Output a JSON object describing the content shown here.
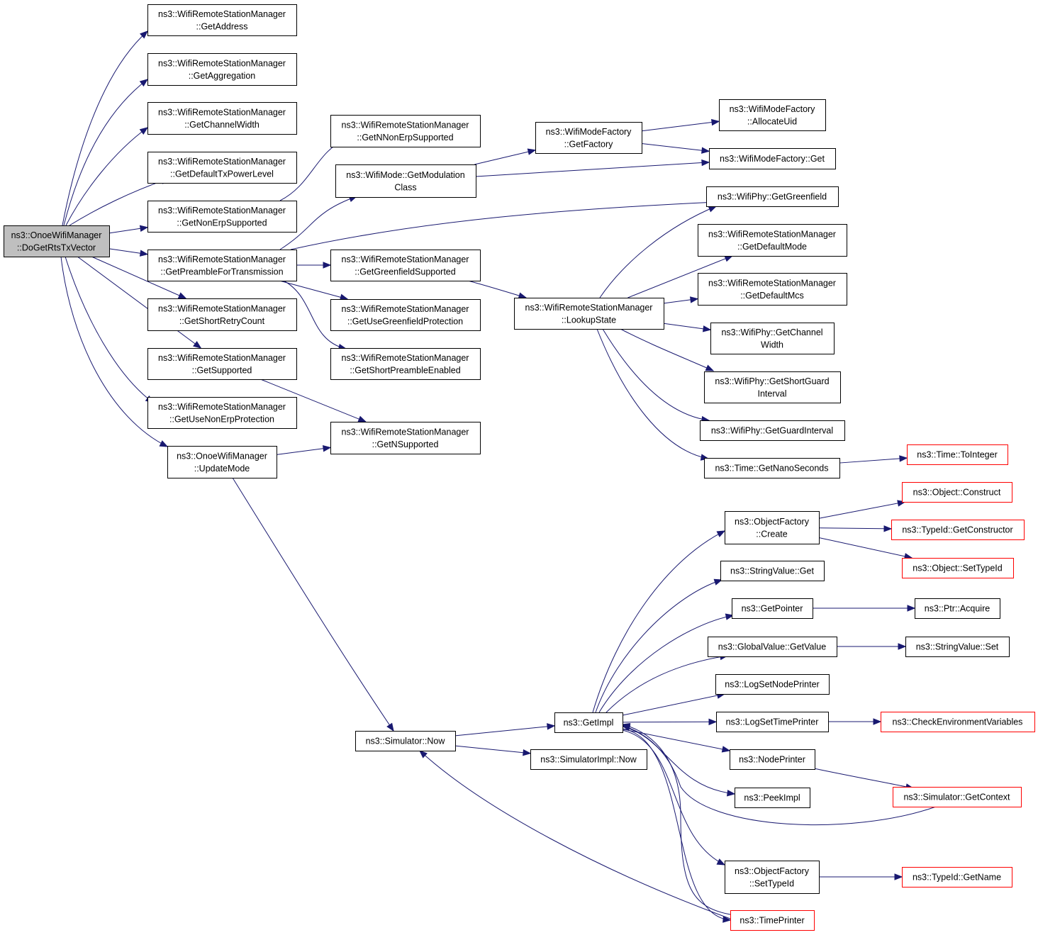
{
  "nodes": [
    {
      "id": "n_root",
      "lines": [
        "ns3::OnoeWifiManager",
        "::DoGetRtsTxVector"
      ],
      "style": "root"
    },
    {
      "id": "n_getaddress",
      "lines": [
        "ns3::WifiRemoteStationManager",
        "::GetAddress"
      ]
    },
    {
      "id": "n_getaggregation",
      "lines": [
        "ns3::WifiRemoteStationManager",
        "::GetAggregation"
      ]
    },
    {
      "id": "n_getchannelwidth",
      "lines": [
        "ns3::WifiRemoteStationManager",
        "::GetChannelWidth"
      ]
    },
    {
      "id": "n_getdefaulttxpowerlevel",
      "lines": [
        "ns3::WifiRemoteStationManager",
        "::GetDefaultTxPowerLevel"
      ]
    },
    {
      "id": "n_getnonerpsupported",
      "lines": [
        "ns3::WifiRemoteStationManager",
        "::GetNonErpSupported"
      ]
    },
    {
      "id": "n_getpreamble",
      "lines": [
        "ns3::WifiRemoteStationManager",
        "::GetPreambleForTransmission"
      ]
    },
    {
      "id": "n_getshortretrycount",
      "lines": [
        "ns3::WifiRemoteStationManager",
        "::GetShortRetryCount"
      ]
    },
    {
      "id": "n_getsupported",
      "lines": [
        "ns3::WifiRemoteStationManager",
        "::GetSupported"
      ]
    },
    {
      "id": "n_getusenonerpprotection",
      "lines": [
        "ns3::WifiRemoteStationManager",
        "::GetUseNonErpProtection"
      ]
    },
    {
      "id": "n_updatemode",
      "lines": [
        "ns3::OnoeWifiManager",
        "::UpdateMode"
      ]
    },
    {
      "id": "n_getnnonerpsupported",
      "lines": [
        "ns3::WifiRemoteStationManager",
        "::GetNNonErpSupported"
      ]
    },
    {
      "id": "n_getmodulationclass",
      "lines": [
        "ns3::WifiMode::GetModulation",
        "Class"
      ]
    },
    {
      "id": "n_getgreenfieldsupported",
      "lines": [
        "ns3::WifiRemoteStationManager",
        "::GetGreenfieldSupported"
      ]
    },
    {
      "id": "n_getusegreenfieldprotection",
      "lines": [
        "ns3::WifiRemoteStationManager",
        "::GetUseGreenfieldProtection"
      ]
    },
    {
      "id": "n_getshortpreambleenabled",
      "lines": [
        "ns3::WifiRemoteStationManager",
        "::GetShortPreambleEnabled"
      ]
    },
    {
      "id": "n_getnsupported",
      "lines": [
        "ns3::WifiRemoteStationManager",
        "::GetNSupported"
      ]
    },
    {
      "id": "n_getfactory",
      "lines": [
        "ns3::WifiModeFactory",
        "::GetFactory"
      ]
    },
    {
      "id": "n_lookupstate",
      "lines": [
        "ns3::WifiRemoteStationManager",
        "::LookupState"
      ]
    },
    {
      "id": "n_allocateuid",
      "lines": [
        "ns3::WifiModeFactory",
        "::AllocateUid"
      ]
    },
    {
      "id": "n_wmf_get",
      "lines": [
        "ns3::WifiModeFactory::Get"
      ]
    },
    {
      "id": "n_getgreenfield",
      "lines": [
        "ns3::WifiPhy::GetGreenfield"
      ]
    },
    {
      "id": "n_getdefaultmode",
      "lines": [
        "ns3::WifiRemoteStationManager",
        "::GetDefaultMode"
      ]
    },
    {
      "id": "n_getdefaultmcs",
      "lines": [
        "ns3::WifiRemoteStationManager",
        "::GetDefaultMcs"
      ]
    },
    {
      "id": "n_phy_getchannelwidth",
      "lines": [
        "ns3::WifiPhy::GetChannel",
        "Width"
      ]
    },
    {
      "id": "n_phy_getshortguard",
      "lines": [
        "ns3::WifiPhy::GetShortGuard",
        "Interval"
      ]
    },
    {
      "id": "n_phy_getguardinterval",
      "lines": [
        "ns3::WifiPhy::GetGuardInterval"
      ]
    },
    {
      "id": "n_getnanoseconds",
      "lines": [
        "ns3::Time::GetNanoSeconds"
      ]
    },
    {
      "id": "n_tointeger",
      "lines": [
        "ns3::Time::ToInteger"
      ],
      "style": "trunc"
    },
    {
      "id": "n_sim_now",
      "lines": [
        "ns3::Simulator::Now"
      ]
    },
    {
      "id": "n_getimpl",
      "lines": [
        "ns3::GetImpl"
      ]
    },
    {
      "id": "n_simimpl_now",
      "lines": [
        "ns3::SimulatorImpl::Now"
      ]
    },
    {
      "id": "n_of_create",
      "lines": [
        "ns3::ObjectFactory",
        "::Create"
      ]
    },
    {
      "id": "n_stringvalue_get",
      "lines": [
        "ns3::StringValue::Get"
      ]
    },
    {
      "id": "n_getpointer",
      "lines": [
        "ns3::GetPointer"
      ]
    },
    {
      "id": "n_globalvalue_getvalue",
      "lines": [
        "ns3::GlobalValue::GetValue"
      ]
    },
    {
      "id": "n_logsetnodeprinter",
      "lines": [
        "ns3::LogSetNodePrinter"
      ]
    },
    {
      "id": "n_logsettimeprinter",
      "lines": [
        "ns3::LogSetTimePrinter"
      ]
    },
    {
      "id": "n_nodeprinter",
      "lines": [
        "ns3::NodePrinter"
      ]
    },
    {
      "id": "n_peekimpl",
      "lines": [
        "ns3::PeekImpl"
      ]
    },
    {
      "id": "n_of_settypeid",
      "lines": [
        "ns3::ObjectFactory",
        "::SetTypeId"
      ]
    },
    {
      "id": "n_timeprinter",
      "lines": [
        "ns3::TimePrinter"
      ],
      "style": "trunc"
    },
    {
      "id": "n_object_construct",
      "lines": [
        "ns3::Object::Construct"
      ],
      "style": "trunc"
    },
    {
      "id": "n_typeid_getconstructor",
      "lines": [
        "ns3::TypeId::GetConstructor"
      ],
      "style": "trunc"
    },
    {
      "id": "n_object_settypeid",
      "lines": [
        "ns3::Object::SetTypeId"
      ],
      "style": "trunc"
    },
    {
      "id": "n_ptr_acquire",
      "lines": [
        "ns3::Ptr::Acquire"
      ]
    },
    {
      "id": "n_stringvalue_set",
      "lines": [
        "ns3::StringValue::Set"
      ]
    },
    {
      "id": "n_checkenv",
      "lines": [
        "ns3::CheckEnvironmentVariables"
      ],
      "style": "trunc"
    },
    {
      "id": "n_sim_getcontext",
      "lines": [
        "ns3::Simulator::GetContext"
      ],
      "style": "trunc"
    },
    {
      "id": "n_typeid_getname",
      "lines": [
        "ns3::TypeId::GetName"
      ],
      "style": "trunc"
    }
  ],
  "edges": [
    {
      "from": "n_root",
      "to": "n_getaddress"
    },
    {
      "from": "n_root",
      "to": "n_getaggregation"
    },
    {
      "from": "n_root",
      "to": "n_getchannelwidth"
    },
    {
      "from": "n_root",
      "to": "n_getdefaulttxpowerlevel"
    },
    {
      "from": "n_root",
      "to": "n_getnonerpsupported"
    },
    {
      "from": "n_root",
      "to": "n_getpreamble"
    },
    {
      "from": "n_root",
      "to": "n_getshortretrycount"
    },
    {
      "from": "n_root",
      "to": "n_getsupported"
    },
    {
      "from": "n_root",
      "to": "n_getusenonerpprotection"
    },
    {
      "from": "n_root",
      "to": "n_updatemode"
    },
    {
      "from": "n_getnonerpsupported",
      "to": "n_getnnonerpsupported"
    },
    {
      "from": "n_getpreamble",
      "to": "n_getmodulationclass"
    },
    {
      "from": "n_getpreamble",
      "to": "n_getgreenfield"
    },
    {
      "from": "n_getpreamble",
      "to": "n_getgreenfieldsupported"
    },
    {
      "from": "n_getpreamble",
      "to": "n_getusegreenfieldprotection"
    },
    {
      "from": "n_getpreamble",
      "to": "n_getshortpreambleenabled"
    },
    {
      "from": "n_getsupported",
      "to": "n_getnsupported"
    },
    {
      "from": "n_updatemode",
      "to": "n_getnsupported"
    },
    {
      "from": "n_updatemode",
      "to": "n_sim_now"
    },
    {
      "from": "n_getmodulationclass",
      "to": "n_getfactory"
    },
    {
      "from": "n_getmodulationclass",
      "to": "n_wmf_get"
    },
    {
      "from": "n_getgreenfieldsupported",
      "to": "n_lookupstate"
    },
    {
      "from": "n_getfactory",
      "to": "n_allocateuid"
    },
    {
      "from": "n_getfactory",
      "to": "n_wmf_get"
    },
    {
      "from": "n_lookupstate",
      "to": "n_getgreenfield"
    },
    {
      "from": "n_lookupstate",
      "to": "n_getdefaultmode"
    },
    {
      "from": "n_lookupstate",
      "to": "n_getdefaultmcs"
    },
    {
      "from": "n_lookupstate",
      "to": "n_phy_getchannelwidth"
    },
    {
      "from": "n_lookupstate",
      "to": "n_phy_getshortguard"
    },
    {
      "from": "n_lookupstate",
      "to": "n_phy_getguardinterval"
    },
    {
      "from": "n_lookupstate",
      "to": "n_getnanoseconds"
    },
    {
      "from": "n_getnanoseconds",
      "to": "n_tointeger"
    },
    {
      "from": "n_sim_now",
      "to": "n_getimpl"
    },
    {
      "from": "n_sim_now",
      "to": "n_simimpl_now"
    },
    {
      "from": "n_getimpl",
      "to": "n_of_create"
    },
    {
      "from": "n_getimpl",
      "to": "n_stringvalue_get"
    },
    {
      "from": "n_getimpl",
      "to": "n_getpointer"
    },
    {
      "from": "n_getimpl",
      "to": "n_globalvalue_getvalue"
    },
    {
      "from": "n_getimpl",
      "to": "n_logsetnodeprinter"
    },
    {
      "from": "n_getimpl",
      "to": "n_logsettimeprinter"
    },
    {
      "from": "n_getimpl",
      "to": "n_nodeprinter"
    },
    {
      "from": "n_getimpl",
      "to": "n_peekimpl"
    },
    {
      "from": "n_getimpl",
      "to": "n_of_settypeid"
    },
    {
      "from": "n_getimpl",
      "to": "n_timeprinter"
    },
    {
      "from": "n_of_create",
      "to": "n_object_construct"
    },
    {
      "from": "n_of_create",
      "to": "n_typeid_getconstructor"
    },
    {
      "from": "n_of_create",
      "to": "n_object_settypeid"
    },
    {
      "from": "n_getpointer",
      "to": "n_ptr_acquire"
    },
    {
      "from": "n_globalvalue_getvalue",
      "to": "n_stringvalue_set"
    },
    {
      "from": "n_logsettimeprinter",
      "to": "n_checkenv"
    },
    {
      "from": "n_nodeprinter",
      "to": "n_sim_getcontext"
    },
    {
      "from": "n_sim_getcontext",
      "to": "n_getimpl"
    },
    {
      "from": "n_of_settypeid",
      "to": "n_typeid_getname"
    },
    {
      "from": "n_timeprinter",
      "to": "n_sim_now"
    },
    {
      "from": "n_timeprinter",
      "to": "n_getimpl"
    }
  ]
}
